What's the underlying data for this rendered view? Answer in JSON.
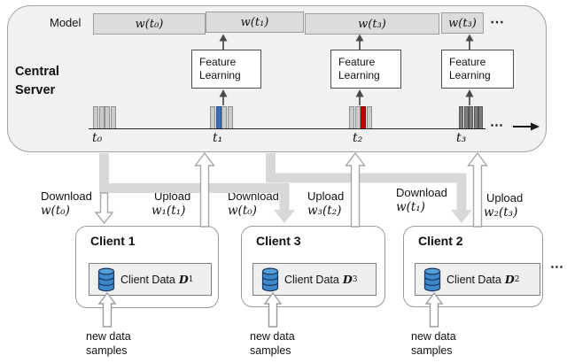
{
  "figure": {
    "server": {
      "name_line1": "Central",
      "name_line2": "Server",
      "model_label": "Model",
      "model_segments": [
        "w(t₀)",
        "w(t₁)",
        "w(t₃)",
        "w(t₃)"
      ],
      "model_ellipsis": "⋯",
      "feature_learning_boxes": [
        {
          "line1": "Feature",
          "line2": "Learning"
        },
        {
          "line1": "Feature",
          "line2": "Learning"
        },
        {
          "line1": "Feature",
          "line2": "Learning"
        }
      ],
      "timeline_ticks": [
        "t₀",
        "t₁",
        "t₂",
        "t₃"
      ],
      "timeline_ellipsis": "⋯"
    },
    "transfers": [
      {
        "download_label": "Download",
        "download_value": "w(t₀)",
        "upload_label": "Upload",
        "upload_value": "w₁(t₁)"
      },
      {
        "download_label": "Download",
        "download_value": "w(t₀)",
        "upload_label": "Upload",
        "upload_value": "w₃(t₂)"
      },
      {
        "download_label": "Download",
        "download_value": "w(t₁)",
        "upload_label": "Upload",
        "upload_value": "w₂(t₃)"
      }
    ],
    "clients": [
      {
        "title": "Client 1",
        "data_label": "Client Data",
        "dataset_symbol": "D",
        "dataset_subscript": "1",
        "annotation_line1": "new data",
        "annotation_line2": "samples"
      },
      {
        "title": "Client 3",
        "data_label": "Client Data",
        "dataset_symbol": "D",
        "dataset_subscript": "3",
        "annotation_line1": "new data",
        "annotation_line2": "samples"
      },
      {
        "title": "Client 2",
        "data_label": "Client Data",
        "dataset_symbol": "D",
        "dataset_subscript": "2",
        "annotation_line1": "new data",
        "annotation_line2": "samples"
      }
    ],
    "clients_ellipsis": "⋯"
  },
  "colors": {
    "server_fill": "#f1f1f1",
    "model_segment_fill": "#dcdcdc",
    "pipe_gray": "#d8d8d8",
    "sample_gray": "#cbcbcb",
    "sample_dark": "#7d7d7d",
    "highlight_blue": "#3e6cb5",
    "highlight_red": "#c00000",
    "database_blue": "#3f87c9"
  }
}
